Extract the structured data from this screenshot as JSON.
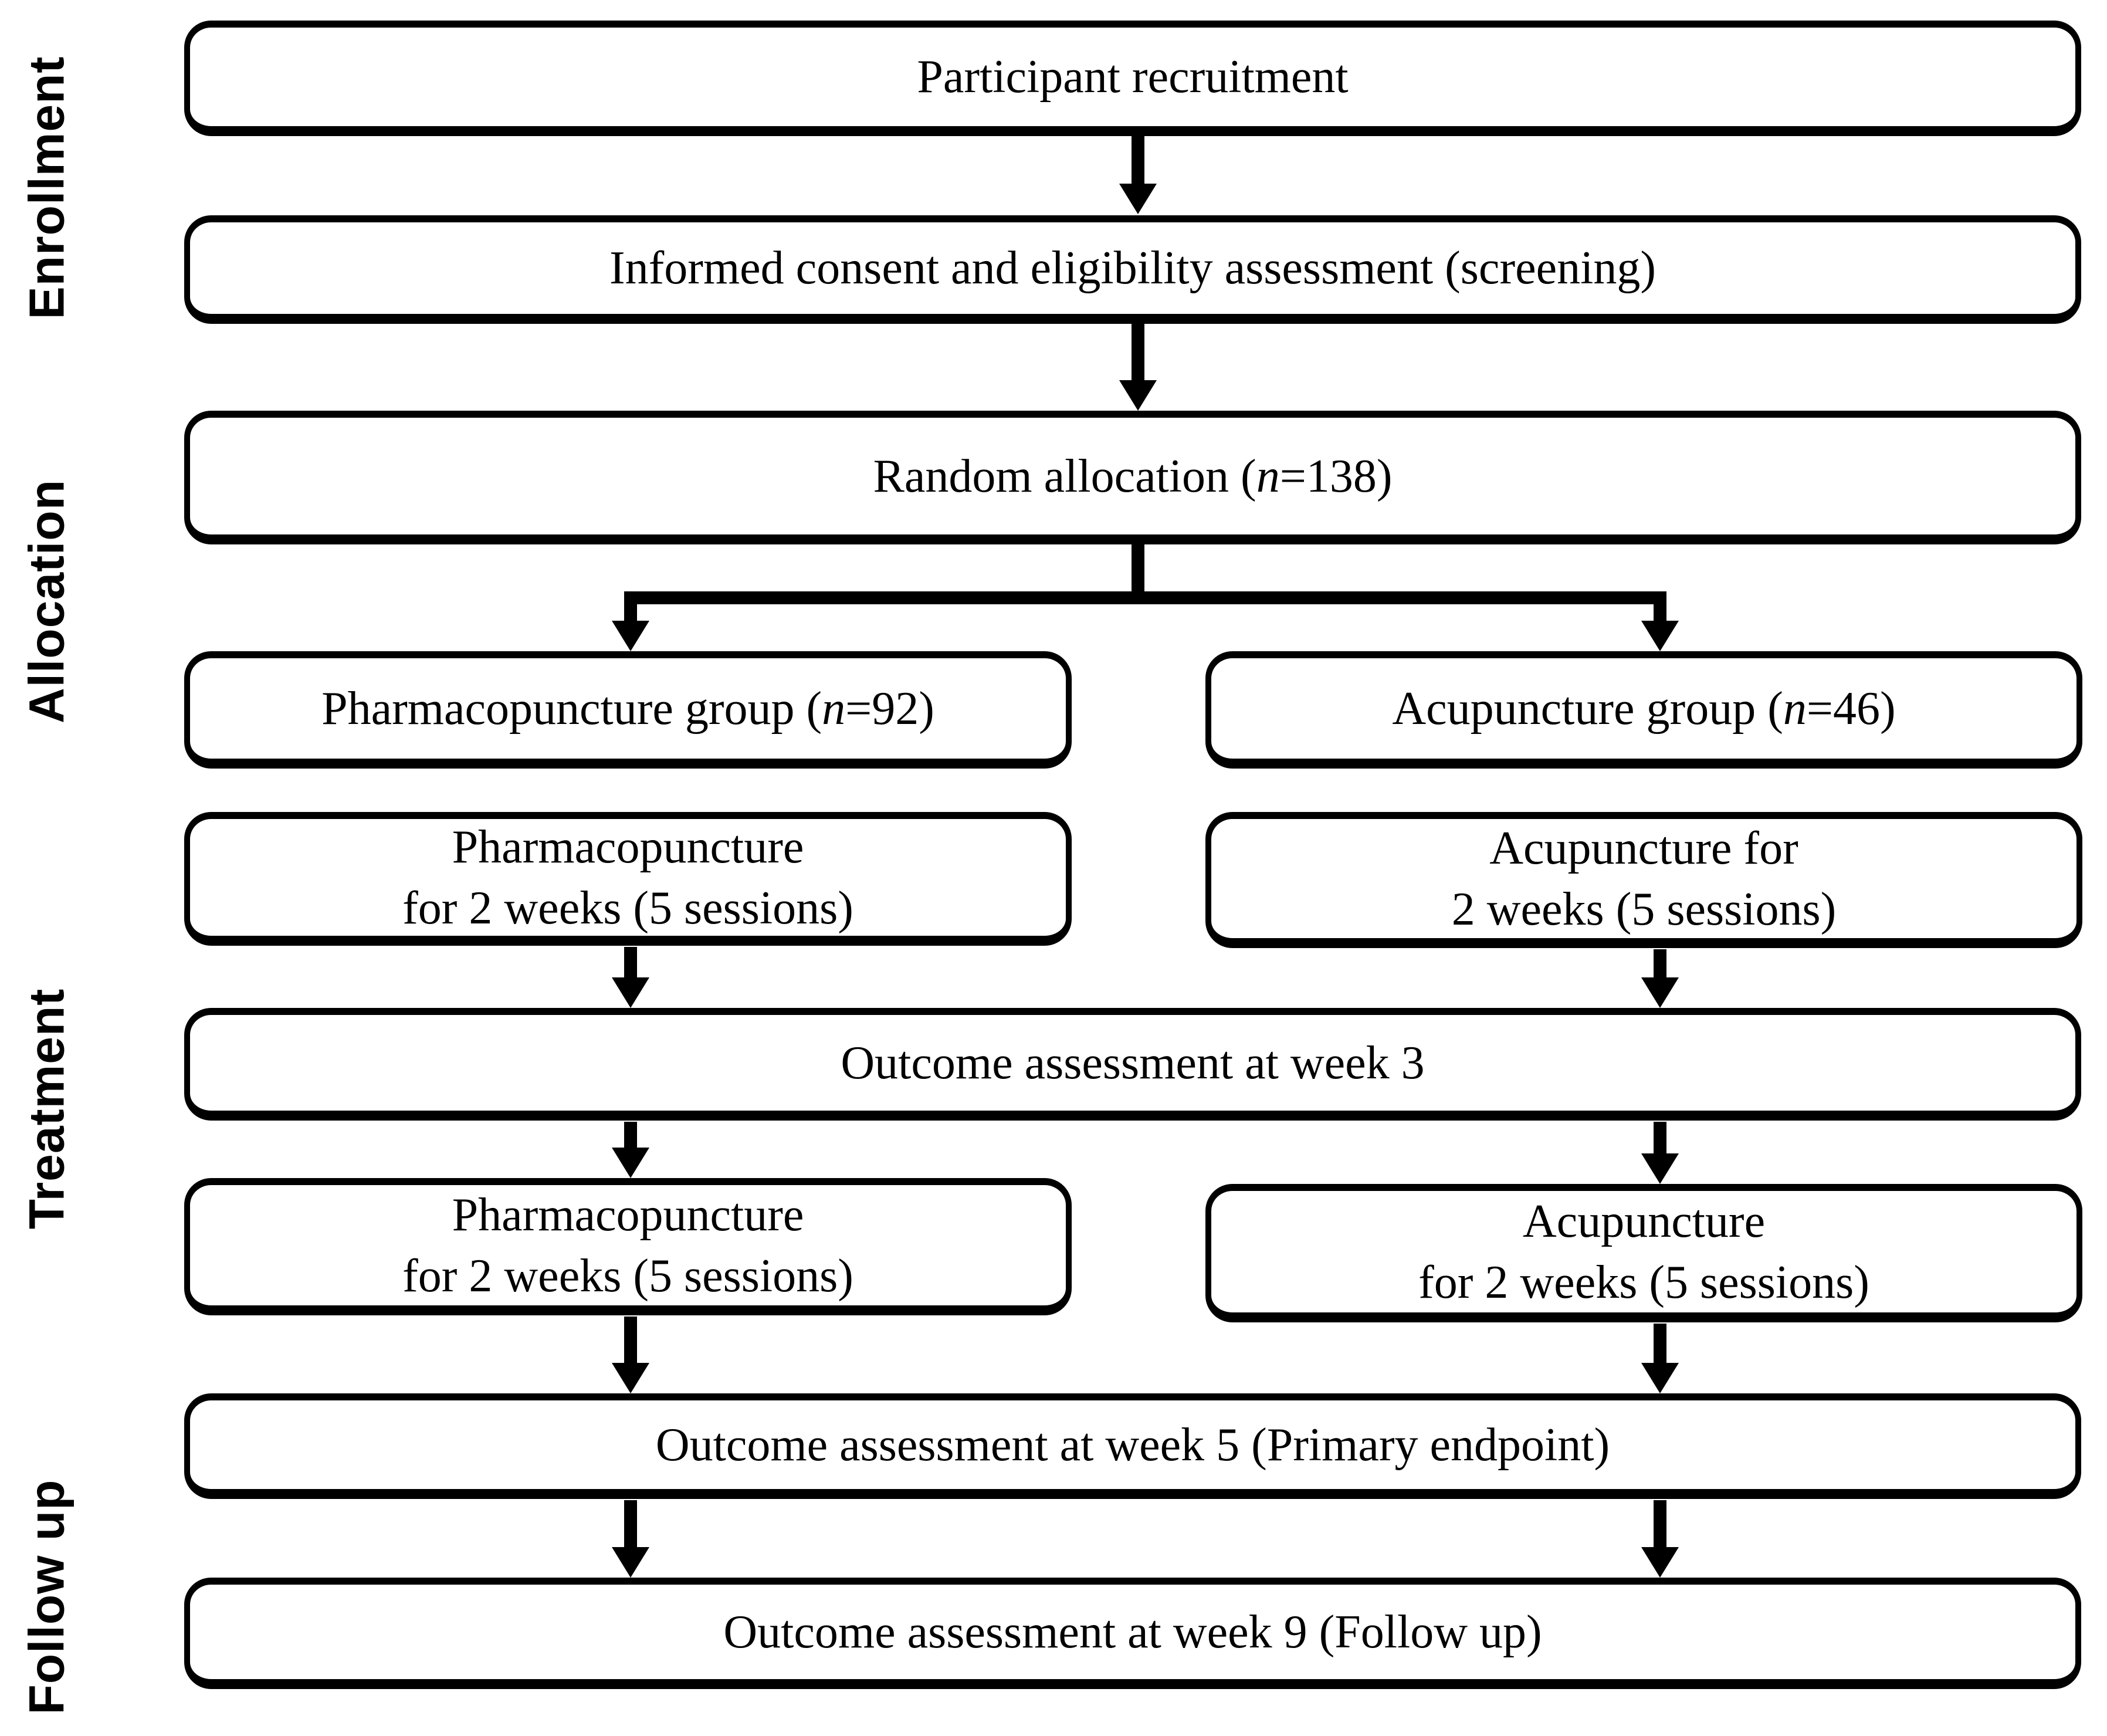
{
  "figure": {
    "type": "trial-flow-diagram",
    "colors": {
      "ink": "#000000",
      "background": "#ffffff"
    },
    "icons": {
      "flow_arrow": "solid-down-arrow"
    },
    "stage_labels": [
      {
        "label": "Enrollment"
      },
      {
        "label": "Allocation"
      },
      {
        "label": "Treatment"
      },
      {
        "label": "Follow up"
      }
    ],
    "boxes": {
      "recruitment": "Participant recruitment",
      "screening": "Informed consent and eligibility assessment (screening)",
      "random_allocation": {
        "prefix": "Random allocation (",
        "n": "n",
        "suffix": "=138)"
      },
      "pharmacopuncture_group": {
        "prefix": "Pharmacopuncture group (",
        "n": "n",
        "suffix": "=92)"
      },
      "acupuncture_group": {
        "prefix": "Acupuncture group (",
        "n": "n",
        "suffix": "=46)"
      },
      "pharmacopuncture_treatment_1": "Pharmacopuncture\nfor 2 weeks (5 sessions)",
      "acupuncture_treatment_1": "Acupuncture for\n2 weeks (5 sessions)",
      "outcome_week3": "Outcome assessment at week 3",
      "pharmacopuncture_treatment_2": "Pharmacopuncture\nfor 2 weeks (5 sessions)",
      "acupuncture_treatment_2": "Acupuncture\nfor 2 weeks (5 sessions)",
      "outcome_week5": "Outcome assessment at week 5 (Primary endpoint)",
      "outcome_week9": "Outcome assessment at week 9 (Follow up)"
    }
  }
}
